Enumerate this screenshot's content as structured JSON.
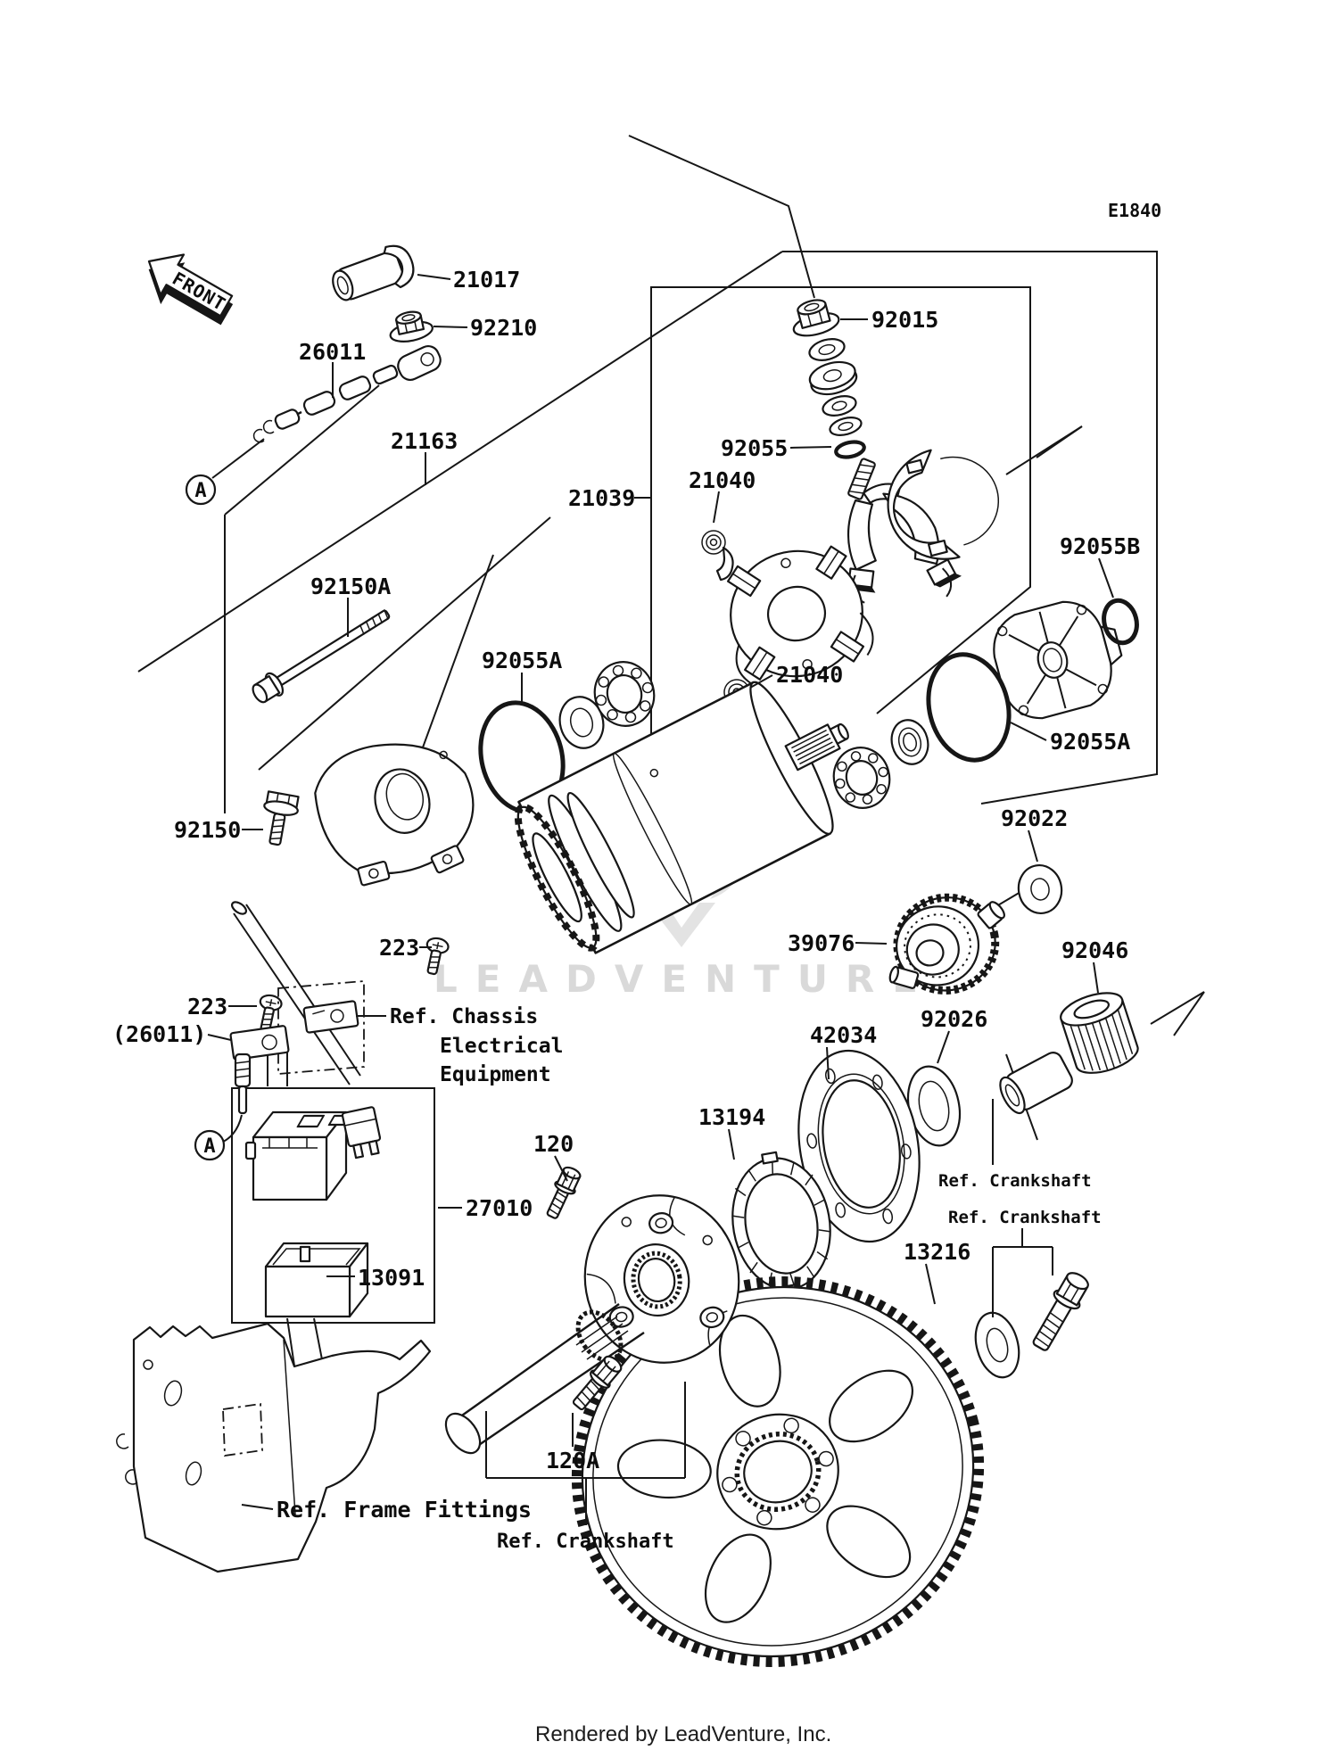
{
  "diagram": {
    "code": "E1840",
    "front_label": "FRONT",
    "detail_marker": "A",
    "watermark": "LEADVENTURE",
    "footer": "Rendered by LeadVenture, Inc."
  },
  "part_labels": {
    "p21017": "21017",
    "p92210": "92210",
    "p26011": "26011",
    "p21163": "21163",
    "p92015": "92015",
    "p92055": "92055",
    "p21040_upper": "21040",
    "p21039": "21039",
    "p92055b": "92055B",
    "p92150a": "92150A",
    "p92055a_left": "92055A",
    "p21040_lower": "21040",
    "p92055a_right": "92055A",
    "p92150": "92150",
    "p92022": "92022",
    "p223_upper": "223",
    "p39076": "39076",
    "p92046": "92046",
    "p223_lower": "223",
    "p26011_paren": "(26011)",
    "ref_chassis_line1": "Ref. Chassis",
    "ref_chassis_line2": "Electrical",
    "ref_chassis_line3": "Equipment",
    "p92026": "92026",
    "p42034": "42034",
    "p13194": "13194",
    "p120": "120",
    "ref_crankshaft_1": "Ref. Crankshaft",
    "ref_crankshaft_2": "Ref. Crankshaft",
    "p27010": "27010",
    "p13216": "13216",
    "p13091": "13091",
    "p120a": "120A",
    "ref_frame_fittings": "Ref. Frame Fittings",
    "ref_crankshaft_bottom": "Ref. Crankshaft"
  }
}
